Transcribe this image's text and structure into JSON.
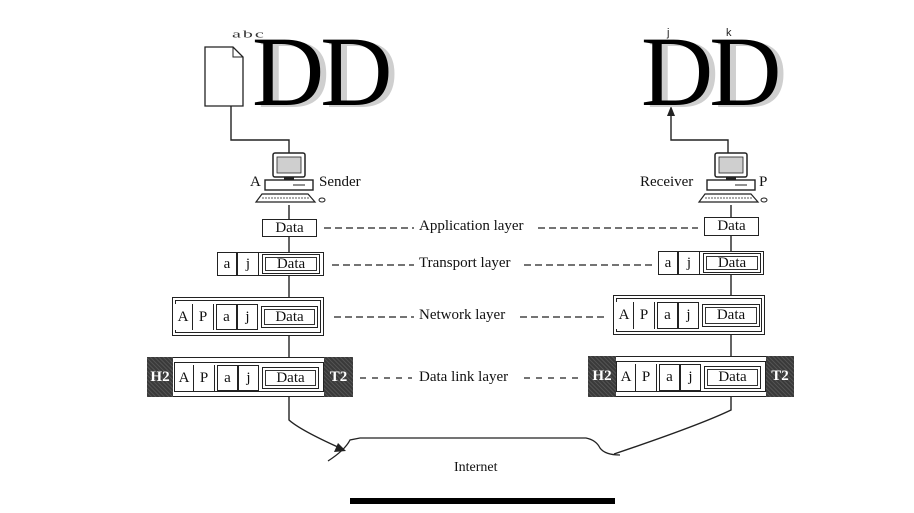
{
  "sender": {
    "doc_letters": "abc",
    "big_letters": "DD",
    "station_letter": "A",
    "station_label": "Sender"
  },
  "receiver": {
    "letter_j": "j",
    "letter_k": "k",
    "big_letters": "DD",
    "station_label": "Receiver",
    "station_letter": "P"
  },
  "layers": {
    "application": "Application layer",
    "transport": "Transport layer",
    "network": "Network layer",
    "datalink": "Data link layer"
  },
  "cells": {
    "data": "Data",
    "port_src": "a",
    "port_dst": "j",
    "addr_src": "A",
    "addr_dst": "P",
    "header": "H2",
    "trailer": "T2"
  },
  "internet_label": "Internet"
}
